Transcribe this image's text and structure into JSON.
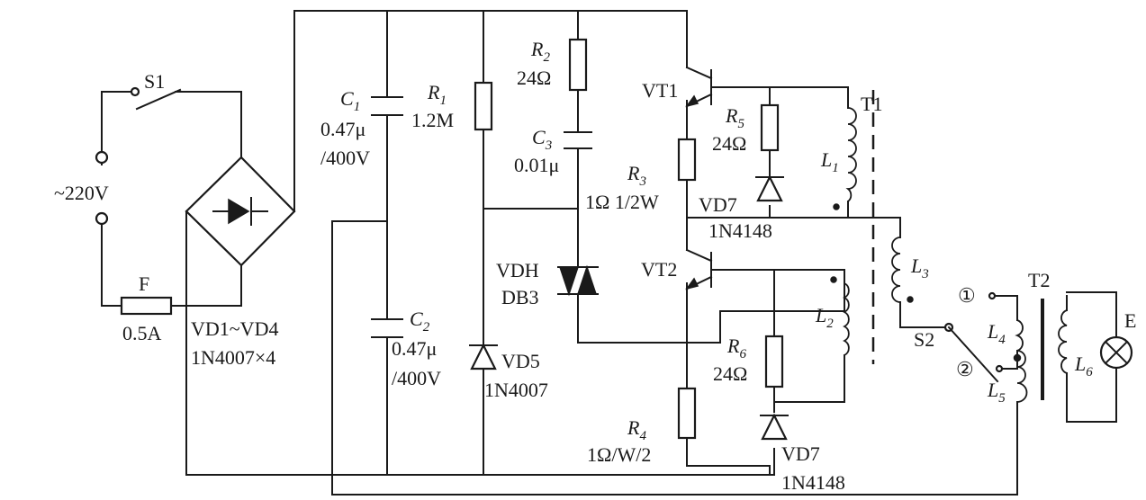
{
  "switches": {
    "s1": "S1",
    "s2": "S2",
    "s2_pos1": "①",
    "s2_pos2": "②"
  },
  "supply": {
    "voltage": "~220V"
  },
  "fuse": {
    "ref": "F",
    "rating": "0.5A"
  },
  "bridge": {
    "ref": "VD1~VD4",
    "part": "1N4007×4"
  },
  "capacitors": {
    "c1": {
      "ref": "C",
      "sub": "1",
      "value": "0.47μ",
      "voltage": "/400V"
    },
    "c2": {
      "ref": "C",
      "sub": "2",
      "value": "0.47μ",
      "voltage": "/400V"
    },
    "c3": {
      "ref": "C",
      "sub": "3",
      "value": "0.01μ"
    }
  },
  "resistors": {
    "r1": {
      "ref": "R",
      "sub": "1",
      "value": "1.2M"
    },
    "r2": {
      "ref": "R",
      "sub": "2",
      "value": "24Ω"
    },
    "r3": {
      "ref": "R",
      "sub": "3",
      "value": "1Ω 1/2W"
    },
    "r4": {
      "ref": "R",
      "sub": "4",
      "value": "1Ω/W/2"
    },
    "r5": {
      "ref": "R",
      "sub": "5",
      "value": "24Ω"
    },
    "r6": {
      "ref": "R",
      "sub": "6",
      "value": "24Ω"
    }
  },
  "diodes": {
    "vd5": {
      "ref": "VD5",
      "part": "1N4007"
    },
    "vd7_top": {
      "ref": "VD7",
      "part": "1N4148"
    },
    "vd7_bottom": {
      "ref": "VD7",
      "part": "1N4148"
    },
    "vdh": {
      "ref": "VDH",
      "part": "DB3"
    }
  },
  "transistors": {
    "vt1": "VT1",
    "vt2": "VT2"
  },
  "transformers": {
    "t1": "T1",
    "t2": "T2"
  },
  "inductors": {
    "l1": {
      "ref": "L",
      "sub": "1"
    },
    "l2": {
      "ref": "L",
      "sub": "2"
    },
    "l3": {
      "ref": "L",
      "sub": "3"
    },
    "l4": {
      "ref": "L",
      "sub": "4"
    },
    "l5": {
      "ref": "L",
      "sub": "5"
    },
    "l6": {
      "ref": "L",
      "sub": "6"
    }
  },
  "lamp": {
    "ref": "E"
  }
}
